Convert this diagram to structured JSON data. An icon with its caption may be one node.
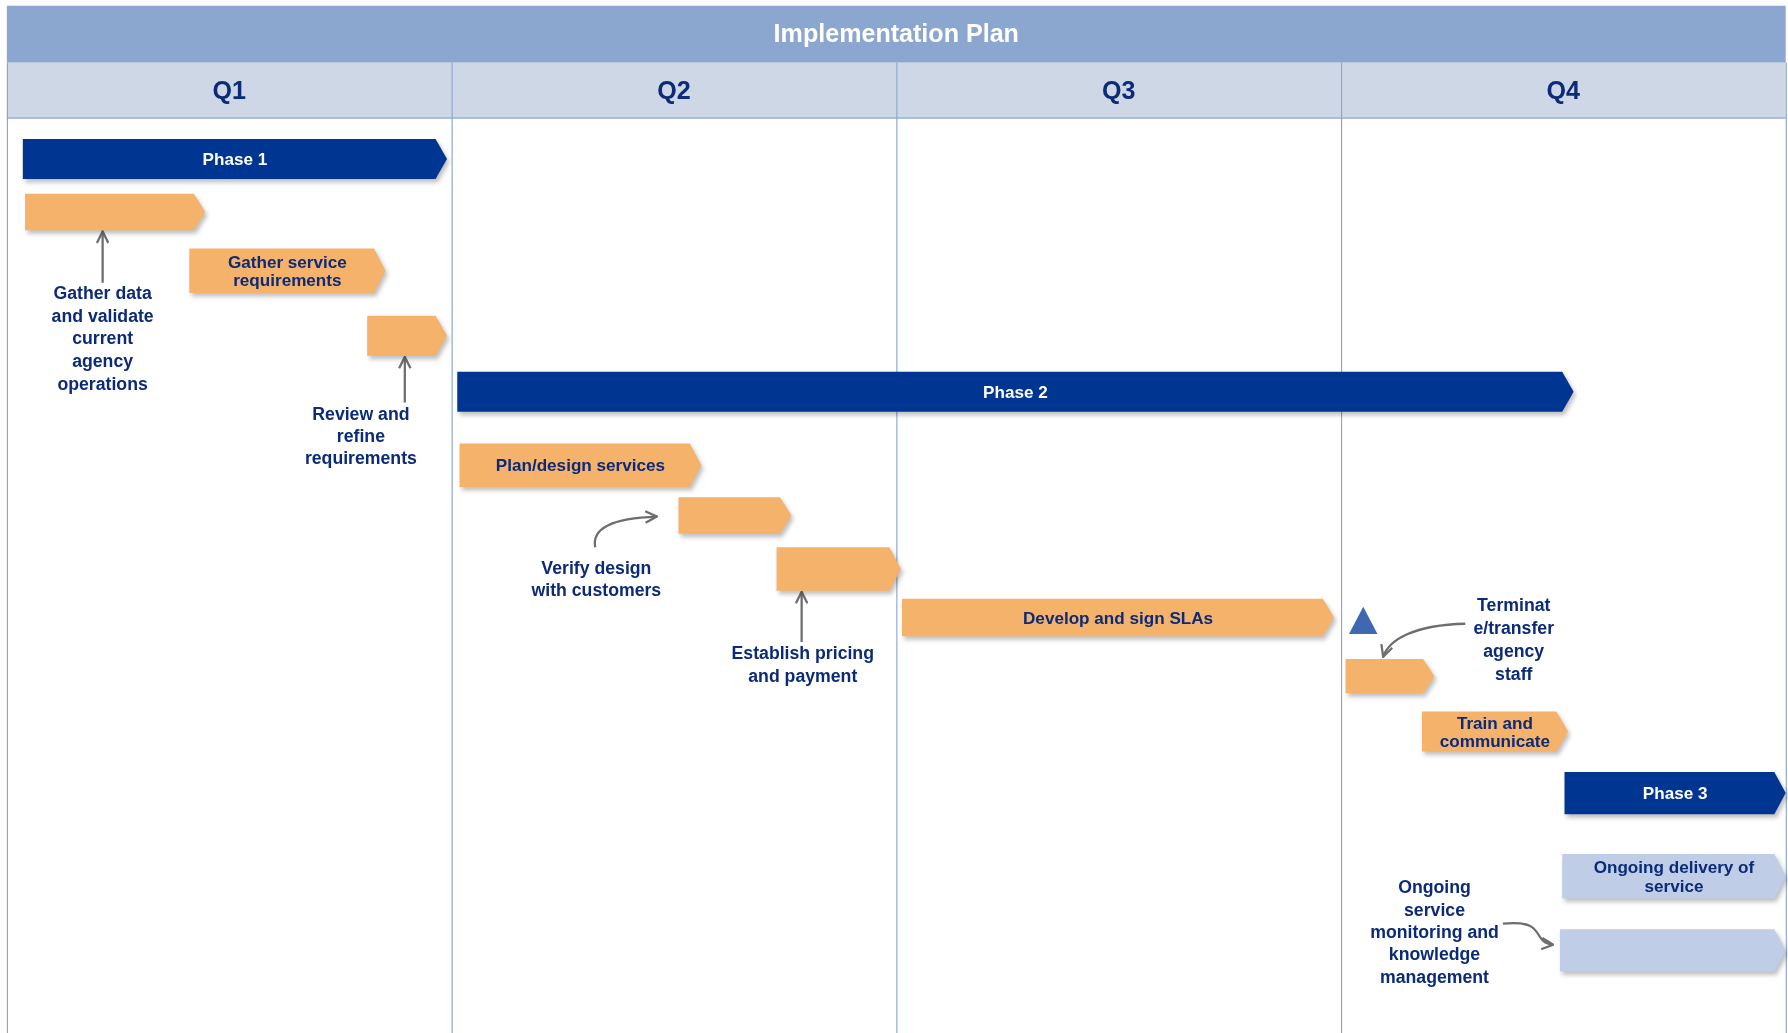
{
  "diagram": {
    "title": "Implementation Plan",
    "nodes": [
      {
        "text": [
          "Phase 1"
        ]
      },
      {
        "text": [],
        "shape": "bar"
      },
      {
        "text": [
          "Gather data and validate current agency operations"
        ]
      },
      {
        "text": [
          "Gather service requirements"
        ]
      },
      {
        "text": [],
        "shape": "bar"
      },
      {
        "text": [
          "Review and refine requirements"
        ]
      },
      {
        "text": [
          "Phase 2"
        ]
      },
      {
        "text": [
          "Plan/design services"
        ]
      },
      {
        "text": [],
        "shape": "bar"
      },
      {
        "text": [
          "Verify design with customers"
        ]
      },
      {
        "text": [],
        "shape": "bar"
      },
      {
        "text": [
          "Establish pricing and payment"
        ]
      },
      {
        "text": [
          "Develop and sign SLAs"
        ]
      },
      {
        "text": [],
        "shape": "triangle"
      },
      {
        "text": [],
        "shape": "bar"
      },
      {
        "text": [
          "Terminat e/transfer agency staff"
        ]
      },
      {
        "text": [
          "Train and communicate"
        ]
      },
      {
        "text": [
          "Phase 3"
        ]
      },
      {
        "text": [
          "Ongoing delivery of service"
        ]
      },
      {
        "text": [],
        "shape": "bar"
      },
      {
        "text": [
          "Ongoing service monitoring and knowledge management"
        ]
      }
    ],
    "edges": [
      {
        "from": 2,
        "to": 1,
        "arrow": "to"
      },
      {
        "from": 5,
        "to": 4,
        "arrow": "to"
      },
      {
        "from": 9,
        "to": 8,
        "arrow": "to"
      },
      {
        "from": 11,
        "to": 10,
        "arrow": "to"
      },
      {
        "from": 15,
        "to": 14,
        "arrow": "to"
      },
      {
        "from": 20,
        "to": 19,
        "arrow": "to"
      }
    ],
    "labels": [
      "Q1",
      "Q2",
      "Q3",
      "Q4"
    ]
  }
}
